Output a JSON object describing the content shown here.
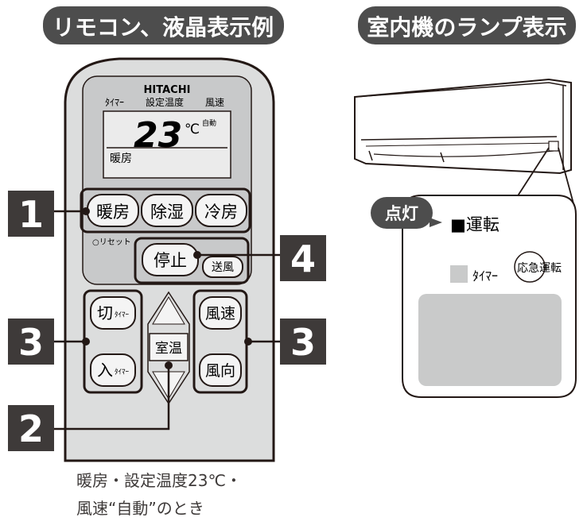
{
  "headers": {
    "remote": "リモコン、液晶表示例",
    "indoor": "室内機のランプ表示"
  },
  "remote": {
    "brand": "HITACHI",
    "lcd_labels": [
      "ﾀｲﾏｰ",
      "設定温度",
      "風速"
    ],
    "lcd_temp": "23",
    "lcd_unit": "℃",
    "lcd_fan": "自動",
    "lcd_mode": "暖房",
    "buttons": {
      "heat": "暖房",
      "dehumid": "除湿",
      "cool": "冷房",
      "reset": "○リセット",
      "stop": "停止",
      "fan": "送風",
      "timer_off": "切",
      "timer_on": "入",
      "timer_small": "ﾀｲﾏｰ",
      "room_temp": "室温",
      "fan_speed": "風速",
      "fan_dir": "風向"
    }
  },
  "callouts": {
    "one": "1",
    "two": "2",
    "three_left": "3",
    "three_right": "3",
    "four": "4"
  },
  "indoor_panel": {
    "lit_badge": "点灯",
    "run_lamp": "■運転",
    "timer_lamp": "ﾀｲﾏｰ",
    "emergency": "応急運転"
  },
  "caption": {
    "line1": "暖房・設定温度23℃・",
    "line2": "風速“自動”のとき"
  },
  "colors": {
    "badge": "#4d4d4d",
    "callout": "#3e3a39",
    "remote_body": "#dcdddd",
    "remote_panel": "#c8c9ca",
    "lcd": "#ebebeb",
    "button": "#f4f4f4",
    "lamp_off": "#c9caca"
  }
}
